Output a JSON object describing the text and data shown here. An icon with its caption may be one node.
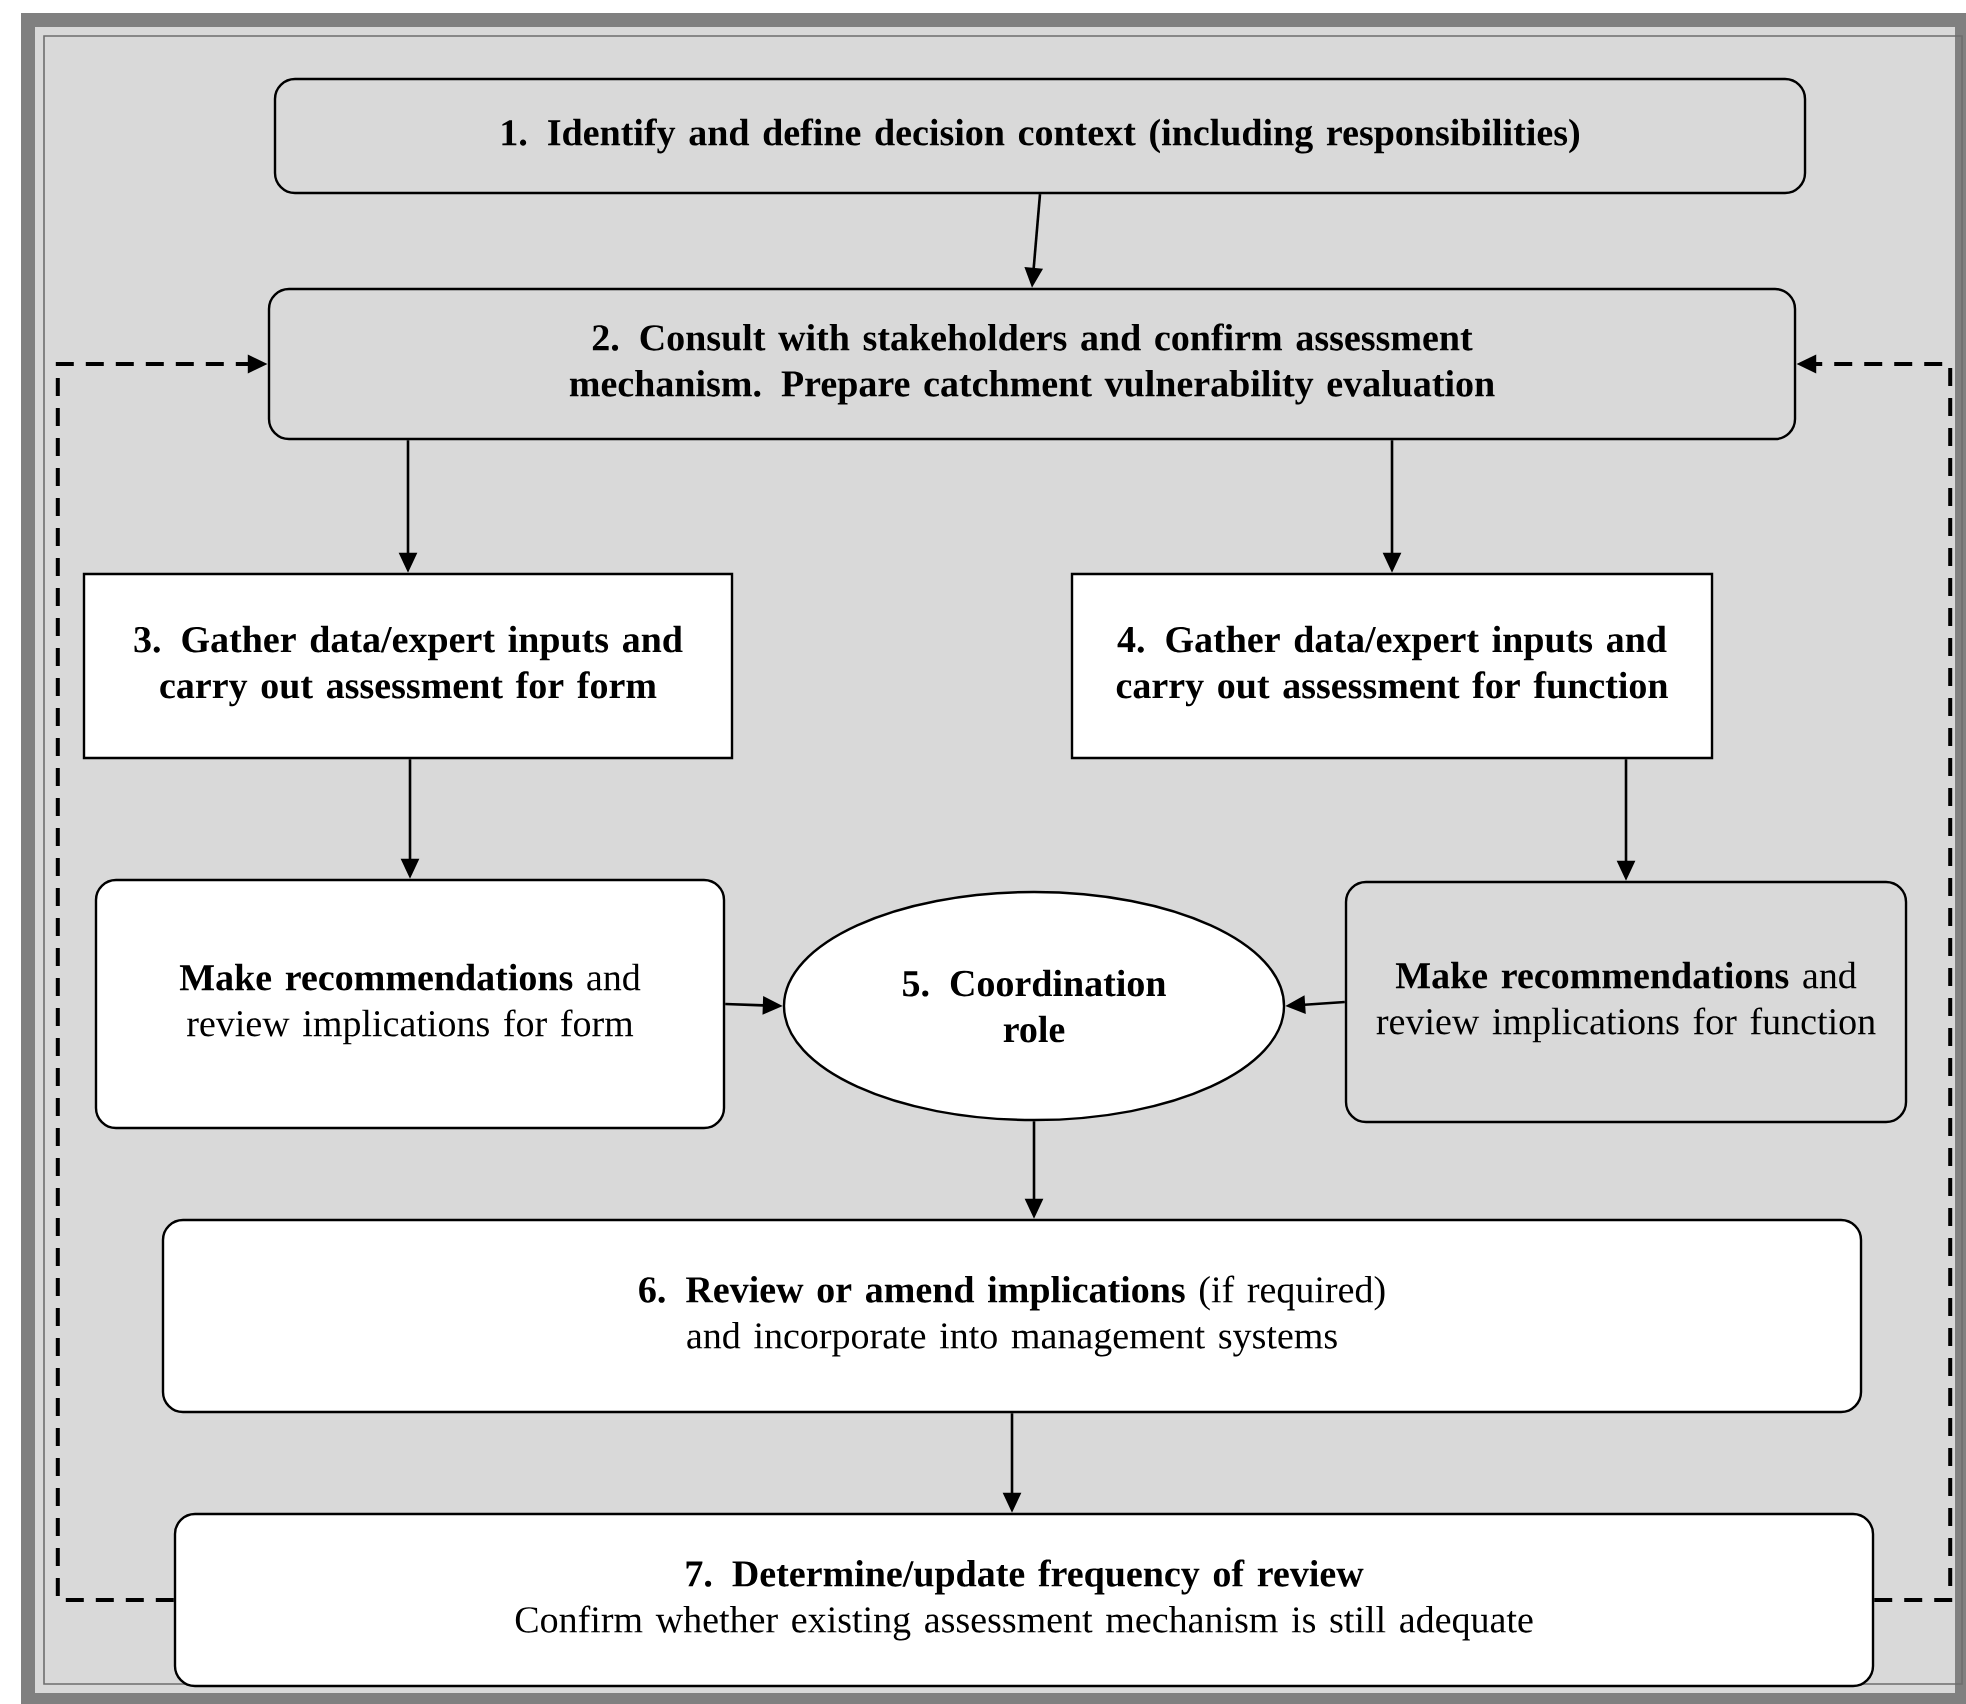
{
  "diagram": {
    "nodes": [
      {
        "text": [
          "1. Identify and define decision context (including responsibilities)"
        ]
      },
      {
        "text": [
          "2. Consult with stakeholders and confirm assessment mechanism. Prepare catchment vulnerability evaluation"
        ]
      },
      {
        "text": [
          "3. Gather data/expert inputs and carry out assessment for form"
        ]
      },
      {
        "text": [
          "4. Gather data/expert inputs and carry out assessment for function"
        ]
      },
      {
        "text": [
          "**Make recommendations** and review implications for form"
        ]
      },
      {
        "text": [
          "5. Coordination role"
        ]
      },
      {
        "text": [
          "**Make recommendations** and review implications for function"
        ]
      },
      {
        "text": [
          "**6. Review or amend implications** (if required) and incorporate into management systems"
        ]
      },
      {
        "text": [
          "7. Determine/update frequency of review",
          "Confirm whether existing assessment mechanism is still adequate"
        ]
      }
    ],
    "edges": [
      {
        "from": 0,
        "to": 1,
        "arrow": "to"
      },
      {
        "from": 1,
        "to": 2,
        "arrow": "to"
      },
      {
        "from": 1,
        "to": 3,
        "arrow": "to"
      },
      {
        "from": 2,
        "to": 4,
        "arrow": "to"
      },
      {
        "from": 3,
        "to": 6,
        "arrow": "to"
      },
      {
        "from": 4,
        "to": 5,
        "arrow": "to"
      },
      {
        "from": 6,
        "to": 5,
        "arrow": "to"
      },
      {
        "from": 5,
        "to": 7,
        "arrow": "to"
      },
      {
        "from": 7,
        "to": 8,
        "arrow": "to"
      },
      {
        "from": 8,
        "to": 1,
        "arrow": "to",
        "style": "dashed"
      },
      {
        "from": 8,
        "to": 1,
        "arrow": "to",
        "style": "dashed"
      }
    ]
  }
}
